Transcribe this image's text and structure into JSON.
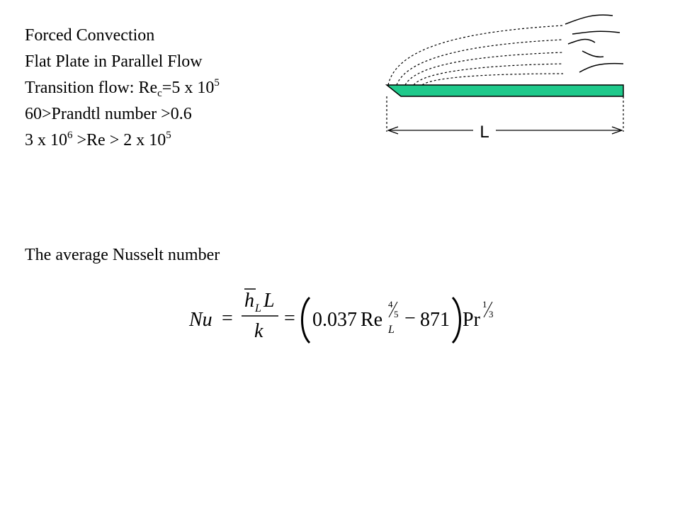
{
  "slide": {
    "title": "Forced Convection",
    "subtitle": "Flat Plate in Parallel Flow",
    "transition_prefix": "Transition flow: Re",
    "transition_sub": "c",
    "transition_mid": "=5 x 10",
    "transition_exp": "5",
    "prandtl_range": "60>Prandtl number >0.6",
    "re_range_a": "3 x 10",
    "re_range_a_exp": "6",
    "re_range_b": " >Re > 2 x 10",
    "re_range_b_exp": "5",
    "average_heading": "The average Nusselt number"
  },
  "diagram": {
    "length_label": "L",
    "plate_color": "#1fc98b"
  },
  "equation": {
    "lhs": "Nu",
    "equals": "=",
    "h": "h",
    "h_sub": "L",
    "L": "L",
    "k": "k",
    "coef": "0.037",
    "re": "Re",
    "re_sub": "L",
    "exp_num": "4",
    "exp_den": "5",
    "minus": "−",
    "const": "871",
    "pr": "Pr",
    "pr_exp_num": "1",
    "pr_exp_den": "3"
  }
}
